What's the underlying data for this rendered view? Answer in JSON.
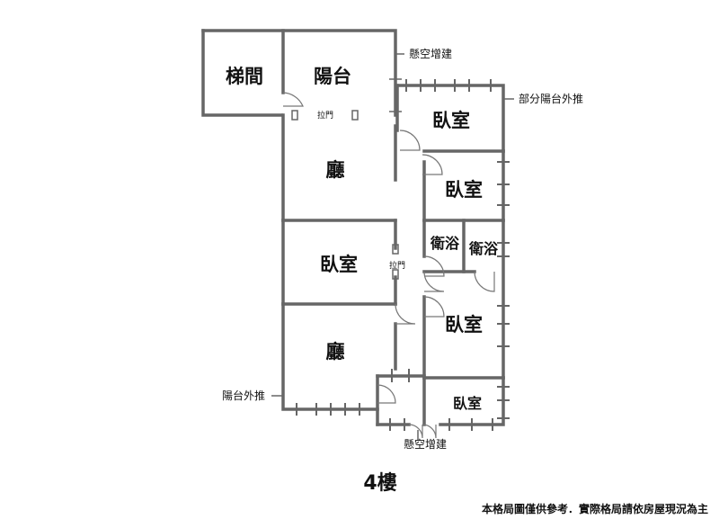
{
  "rooms": {
    "stairs": "梯間",
    "balcony": "陽台",
    "living_1": "廳",
    "living_2": "廳",
    "bedroom_1": "臥室",
    "bedroom_2": "臥室",
    "bedroom_3": "臥室",
    "bedroom_4": "臥室",
    "bedroom_5": "臥室",
    "bath_1": "衛浴",
    "bath_2": "衛浴"
  },
  "annotations": {
    "overhang_top": "懸空增建",
    "balcony_partial": "部分陽台外推",
    "sliding_door_1": "拉門",
    "sliding_door_2": "拉門",
    "balcony_pushed": "陽台外推",
    "overhang_bottom": "懸空增建"
  },
  "floor_label": "4樓",
  "disclaimer": "本格局圖僅供參考．實際格局請依房屋現況為主"
}
